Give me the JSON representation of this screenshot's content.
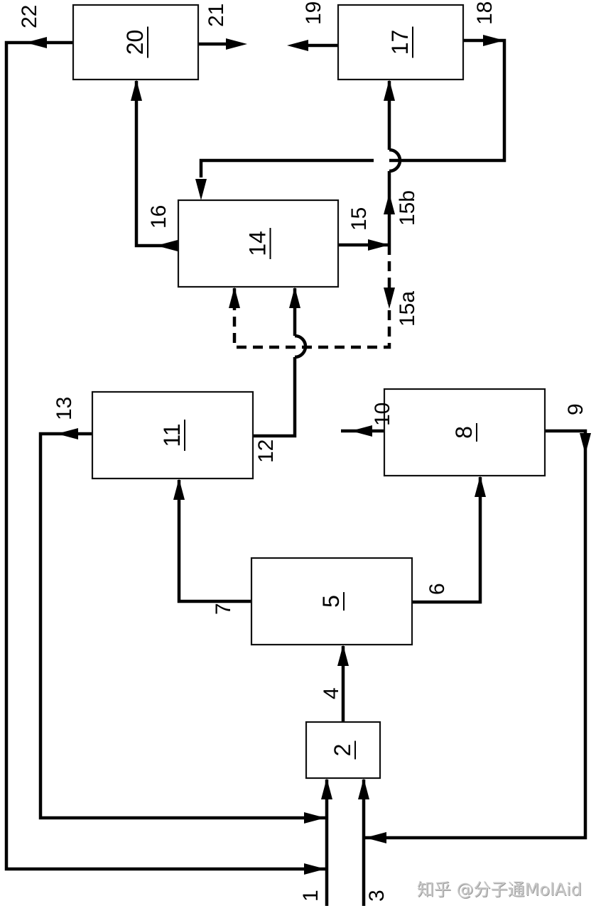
{
  "diagram": {
    "type": "process-flow",
    "orientation": "rotated-90-ccw",
    "units": [
      {
        "id": "u2",
        "label": "2"
      },
      {
        "id": "u5",
        "label": "5"
      },
      {
        "id": "u8",
        "label": "8"
      },
      {
        "id": "u11",
        "label": "11"
      },
      {
        "id": "u14",
        "label": "14"
      },
      {
        "id": "u17",
        "label": "17"
      },
      {
        "id": "u20",
        "label": "20"
      }
    ],
    "streams": [
      {
        "id": "s1",
        "label": "1",
        "from": "feed",
        "to": "2",
        "style": "solid"
      },
      {
        "id": "s3",
        "label": "3",
        "from": "feed",
        "to": "2",
        "style": "solid"
      },
      {
        "id": "s4",
        "label": "4",
        "from": "2",
        "to": "5",
        "style": "solid"
      },
      {
        "id": "s6",
        "label": "6",
        "from": "5",
        "to": "8",
        "style": "solid"
      },
      {
        "id": "s7",
        "label": "7",
        "from": "5",
        "to": "11",
        "style": "solid"
      },
      {
        "id": "s9",
        "label": "9",
        "from": "8",
        "to": "stream 3",
        "style": "solid"
      },
      {
        "id": "s10",
        "label": "10",
        "from": "8",
        "to": "out",
        "style": "solid"
      },
      {
        "id": "s12",
        "label": "12",
        "from": "11",
        "to": "14",
        "style": "solid"
      },
      {
        "id": "s13",
        "label": "13",
        "from": "11",
        "to": "stream 1",
        "style": "solid"
      },
      {
        "id": "s15",
        "label": "15",
        "from": "14",
        "to": "split",
        "style": "solid"
      },
      {
        "id": "s15a",
        "label": "15a",
        "from": "split",
        "to": "14",
        "style": "dashed"
      },
      {
        "id": "s15b",
        "label": "15b",
        "from": "split",
        "to": "17",
        "style": "solid"
      },
      {
        "id": "s16",
        "label": "16",
        "from": "14",
        "to": "20",
        "style": "solid"
      },
      {
        "id": "s18",
        "label": "18",
        "from": "17",
        "to": "14",
        "style": "solid"
      },
      {
        "id": "s19",
        "label": "19",
        "from": "17",
        "to": "out",
        "style": "solid"
      },
      {
        "id": "s21",
        "label": "21",
        "from": "20",
        "to": "out",
        "style": "solid"
      },
      {
        "id": "s22",
        "label": "22",
        "from": "20",
        "to": "stream 1",
        "style": "solid"
      }
    ]
  },
  "watermark": "知乎 @分子通MolAid"
}
